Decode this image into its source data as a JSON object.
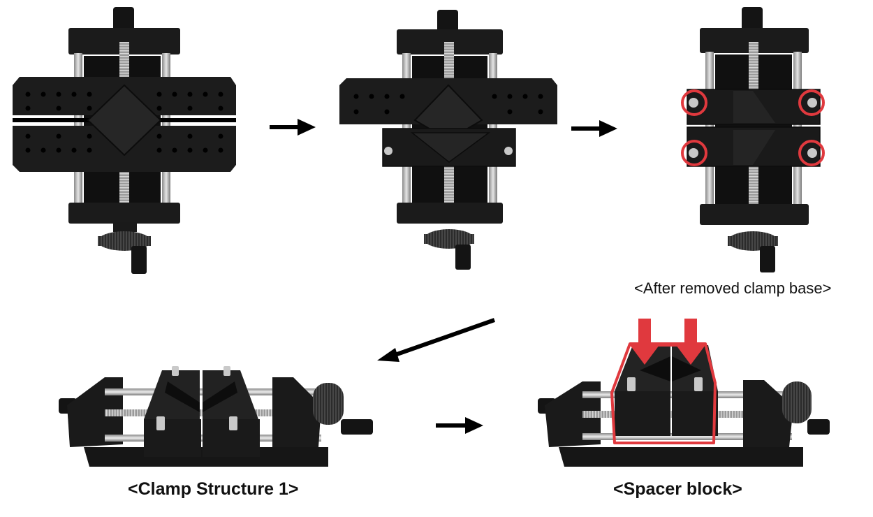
{
  "captions": {
    "after_removed": "<After removed clamp base>",
    "clamp_structure": "<Clamp Structure 1>",
    "spacer_block": "<Spacer block>"
  },
  "colors": {
    "metal_black": "#141414",
    "metal_dark": "#1f1f1f",
    "steel": "#bdbdbd",
    "highlight_red": "#e0393e",
    "arrow": "#000000"
  },
  "icons": {
    "flow_arrow": "arrow-right-icon",
    "diagonal_arrow": "arrow-down-left-icon",
    "highlight_circle": "red-circle-icon",
    "press_arrow": "red-arrow-down-icon"
  }
}
